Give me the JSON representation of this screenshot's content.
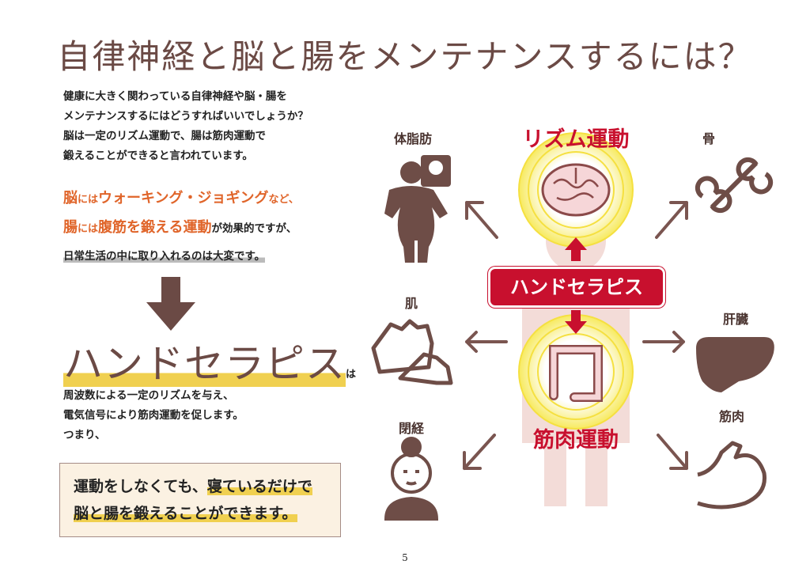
{
  "title": "自律神経と脳と腸をメンテナンスするには？",
  "intro": [
    "健康に大きく関わっている自律神経や脳・腸を",
    "メンテナンスするにはどうすればいいでしょうか？",
    "脳は一定のリズム運動で、腸は筋肉運動で",
    "鍛えることができると言われています。"
  ],
  "highlight": {
    "l1a": "脳",
    "l1b": "には",
    "l1c": "ウォーキング・ジョギング",
    "l1d": "など、",
    "l2a": "腸",
    "l2b": "には",
    "l2c": "腹筋を鍛える運動",
    "l2d": "が効果的ですが、",
    "l3": "日常生活の中に取り入れるのは大変です。"
  },
  "hand_title": "ハンドセラピス",
  "hand_suffix": "は",
  "hand_body": [
    "周波数による一定のリズムを与え、",
    "電気信号により筋肉運動を促します。",
    "つまり、"
  ],
  "box": {
    "l1a": "運動をしなくても、",
    "l1b": "寝ているだけで",
    "l2": "脳と腸を鍛えることができます。"
  },
  "diagram": {
    "rhythm": "リズム運動",
    "muscle_ex": "筋肉運動",
    "device": "ハンドセラピス",
    "body_fat": "体脂肪",
    "bone": "骨",
    "skin": "肌",
    "liver": "肝臓",
    "menopause": "閉経",
    "muscle": "筋肉"
  },
  "page_number": "5",
  "colors": {
    "brown": "#6b4a45",
    "red": "#c8102e",
    "orange": "#e0652a",
    "yellow": "#f0d050"
  }
}
